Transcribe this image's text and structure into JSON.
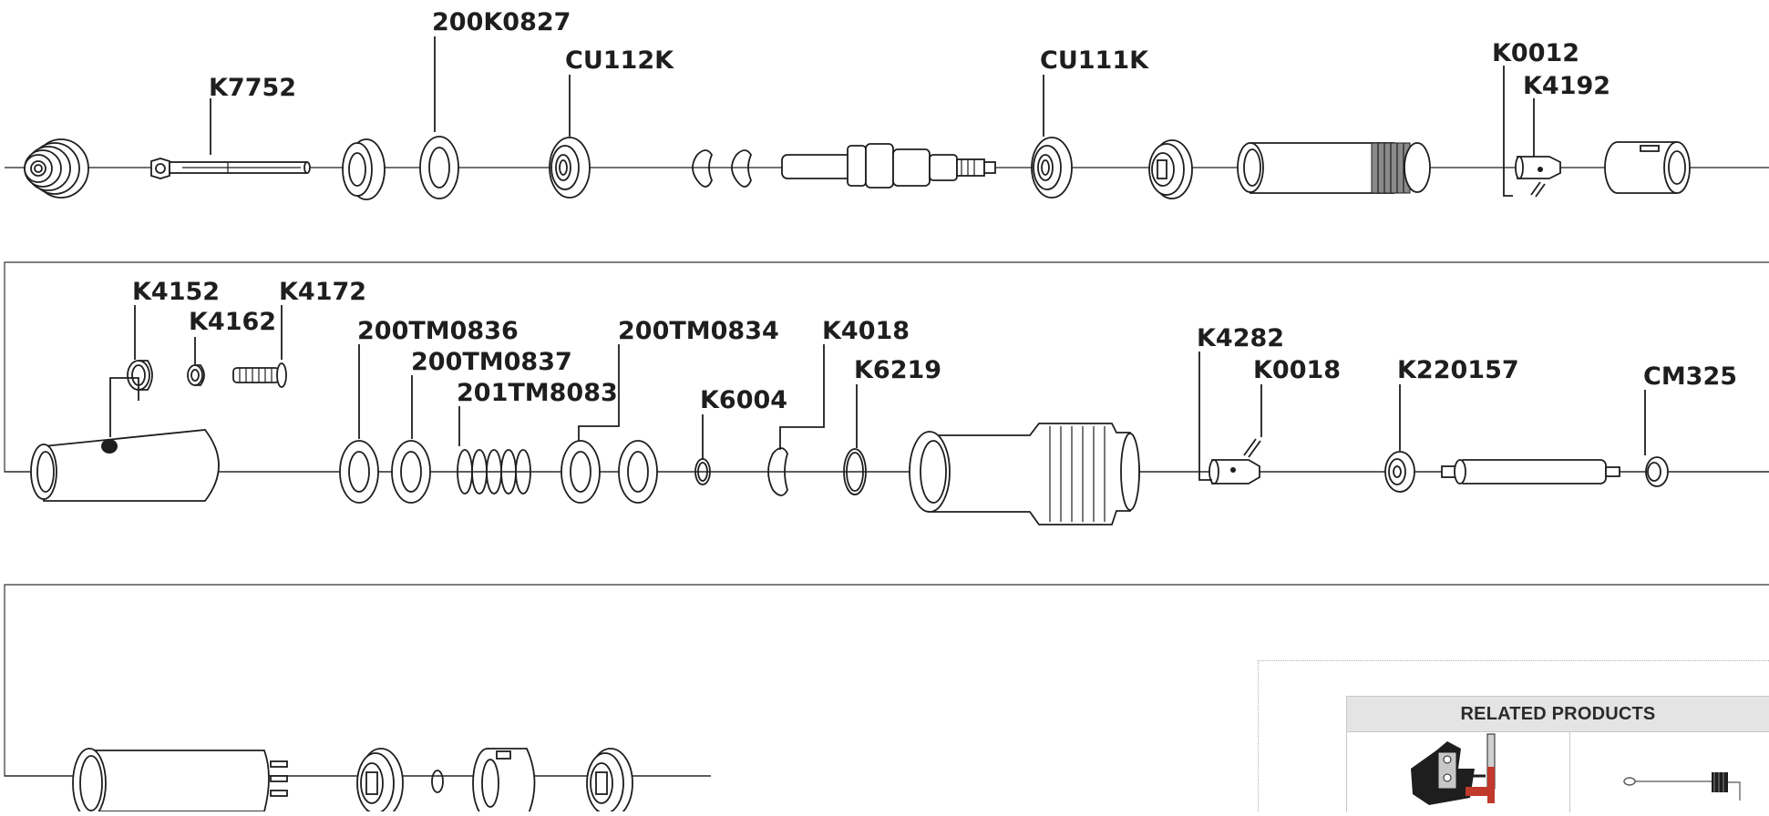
{
  "diagram": {
    "row1_labels": [
      "K7752",
      "200K0827",
      "CU112K",
      "CU111K",
      "K0012",
      "K4192"
    ],
    "row2_labels": [
      "K4152",
      "K4162",
      "K4172",
      "200TM0836",
      "200TM0837",
      "201TM8083",
      "200TM0834",
      "K6004",
      "K4018",
      "K6219",
      "K4282",
      "K0018",
      "K220157",
      "CM325"
    ],
    "row3_labels": []
  },
  "related_products": {
    "title": "RELATED PRODUCTS",
    "items": [
      {
        "icon": "crimping-tool-icon",
        "colors": [
          "#1e1e1e",
          "#c0392b",
          "#d0d0d0"
        ]
      },
      {
        "icon": "spring-cable-icon",
        "colors": [
          "#1e1e1e"
        ]
      }
    ]
  }
}
